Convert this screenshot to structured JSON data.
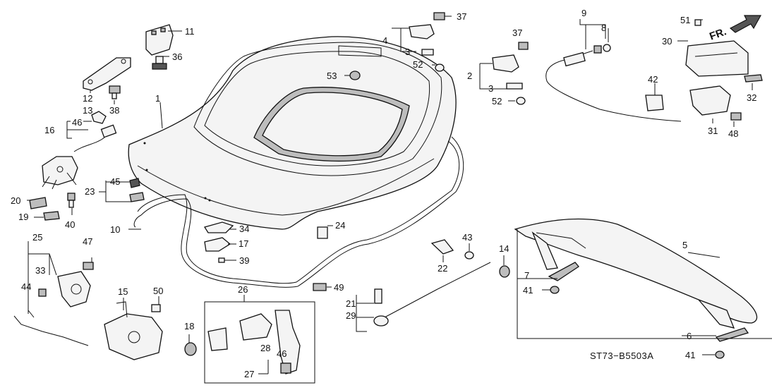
{
  "diagram": {
    "drawing_code": "ST73−B5503A",
    "direction_label": "FR.",
    "callouts": [
      "1",
      "2",
      "3",
      "3",
      "4",
      "5",
      "6",
      "7",
      "8",
      "9",
      "10",
      "11",
      "12",
      "13",
      "14",
      "15",
      "16",
      "17",
      "18",
      "19",
      "20",
      "21",
      "22",
      "23",
      "24",
      "25",
      "26",
      "27",
      "28",
      "29",
      "30",
      "31",
      "32",
      "33",
      "34",
      "36",
      "37",
      "37",
      "38",
      "39",
      "40",
      "41",
      "41",
      "42",
      "43",
      "44",
      "45",
      "46",
      "46",
      "47",
      "48",
      "49",
      "50",
      "51",
      "52",
      "52",
      "53"
    ]
  }
}
